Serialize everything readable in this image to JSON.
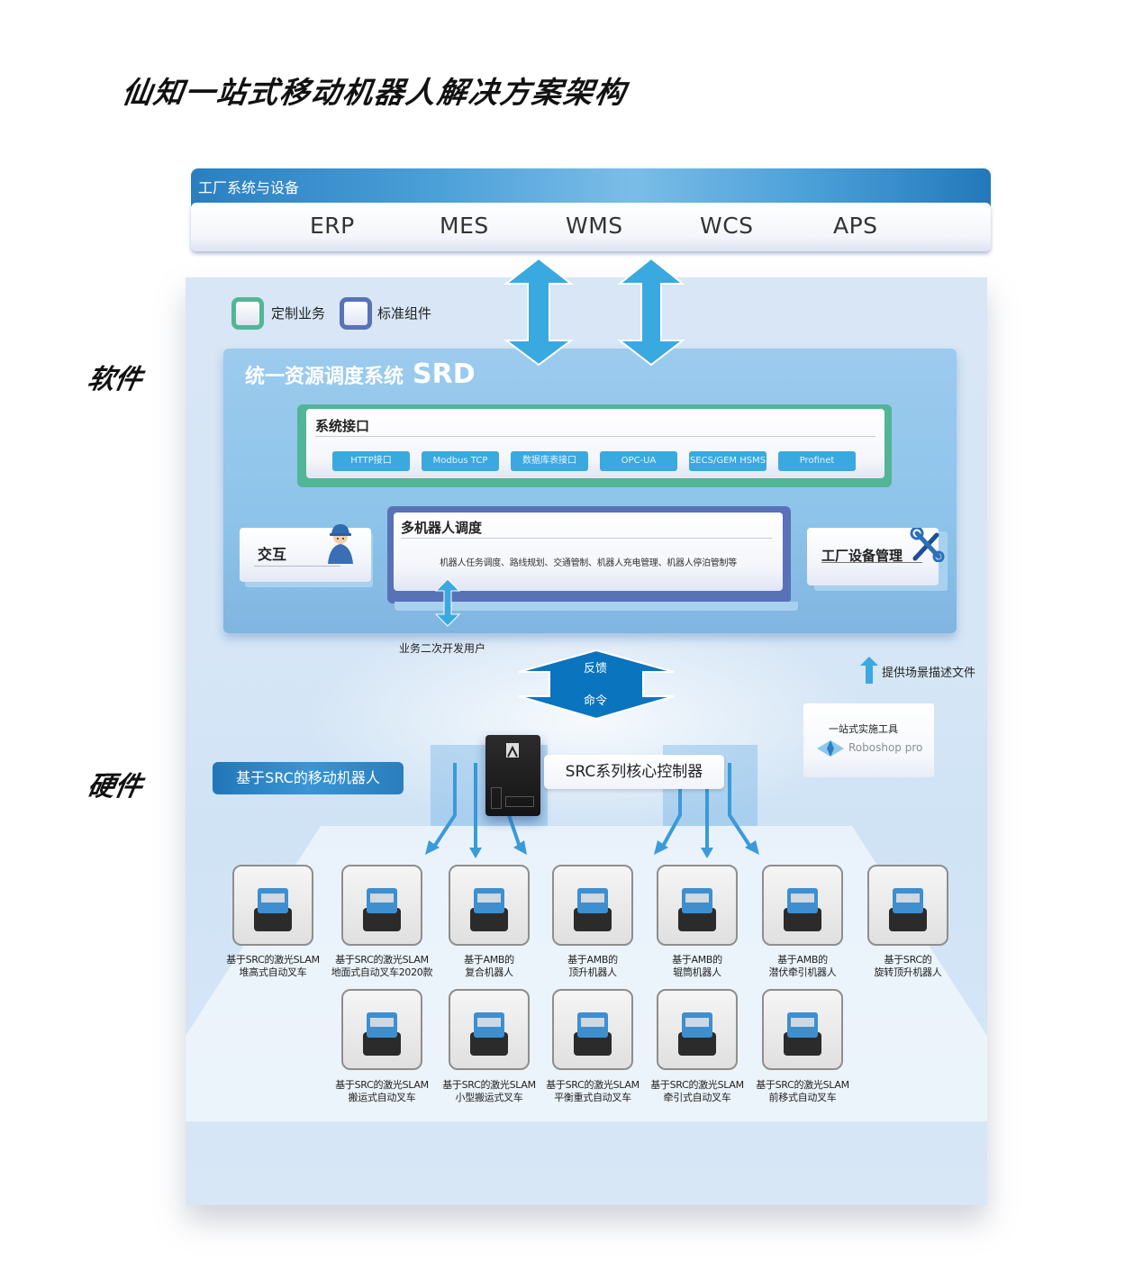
{
  "title": "仙知一站式移动机器人解决方案架构",
  "side_labels": {
    "software": "软件",
    "hardware": "硬件"
  },
  "factory": {
    "header": "工厂系统与设备",
    "systems": [
      "ERP",
      "MES",
      "WMS",
      "WCS",
      "APS"
    ]
  },
  "legend": [
    {
      "label": "定制业务",
      "color": "#52b596"
    },
    {
      "label": "标准组件",
      "color": "#5872b8"
    }
  ],
  "srd": {
    "title": "统一资源调度系统",
    "title_en": "SRD",
    "interfaces": {
      "title": "系统接口",
      "items": [
        "HTTP接口",
        "Modbus TCP",
        "数据库表接口",
        "OPC-UA",
        "SECS/GEM HSMS",
        "Profinet"
      ]
    },
    "interaction": {
      "label": "交互"
    },
    "multi_robot": {
      "title": "多机器人调度",
      "description": "机器人任务调度、路线规划、交通管制、机器人充电管理、机器人停泊管制等"
    },
    "equipment": {
      "label": "工厂设备管理"
    }
  },
  "dev_user_label": "业务二次开发用户",
  "feedback_label": "反馈",
  "command_label": "命令",
  "scene_file_label": "提供场景描述文件",
  "tool": {
    "title": "一站式实施工具",
    "name": "Roboshop pro"
  },
  "hardware": {
    "badge": "基于SRC的移动机器人",
    "controller_label": "SRC系列核心控制器",
    "robots_row1": [
      {
        "line1": "基于SRC的激光SLAM",
        "line2": "堆高式自动叉车"
      },
      {
        "line1": "基于SRC的激光SLAM",
        "line2": "地面式自动叉车2020款"
      },
      {
        "line1": "基于AMB的",
        "line2": "复合机器人"
      },
      {
        "line1": "基于AMB的",
        "line2": "顶升机器人"
      },
      {
        "line1": "基于AMB的",
        "line2": "辊筒机器人"
      },
      {
        "line1": "基于AMB的",
        "line2": "潜伏牵引机器人"
      },
      {
        "line1": "基于SRC的",
        "line2": "旋转顶升机器人"
      }
    ],
    "robots_row2": [
      {
        "line1": "基于SRC的激光SLAM",
        "line2": "搬运式自动叉车"
      },
      {
        "line1": "基于SRC的激光SLAM",
        "line2": "小型搬运式叉车"
      },
      {
        "line1": "基于SRC的激光SLAM",
        "line2": "平衡重式自动叉车"
      },
      {
        "line1": "基于SRC的激光SLAM",
        "line2": "牵引式自动叉车"
      },
      {
        "line1": "基于SRC的激光SLAM",
        "line2": "前移式自动叉车"
      }
    ]
  },
  "colors": {
    "arrow_blue": "#3aa9e0",
    "dark_blue": "#0b74bf",
    "custom_green": "#52b596",
    "standard_purple": "#5872b8"
  }
}
